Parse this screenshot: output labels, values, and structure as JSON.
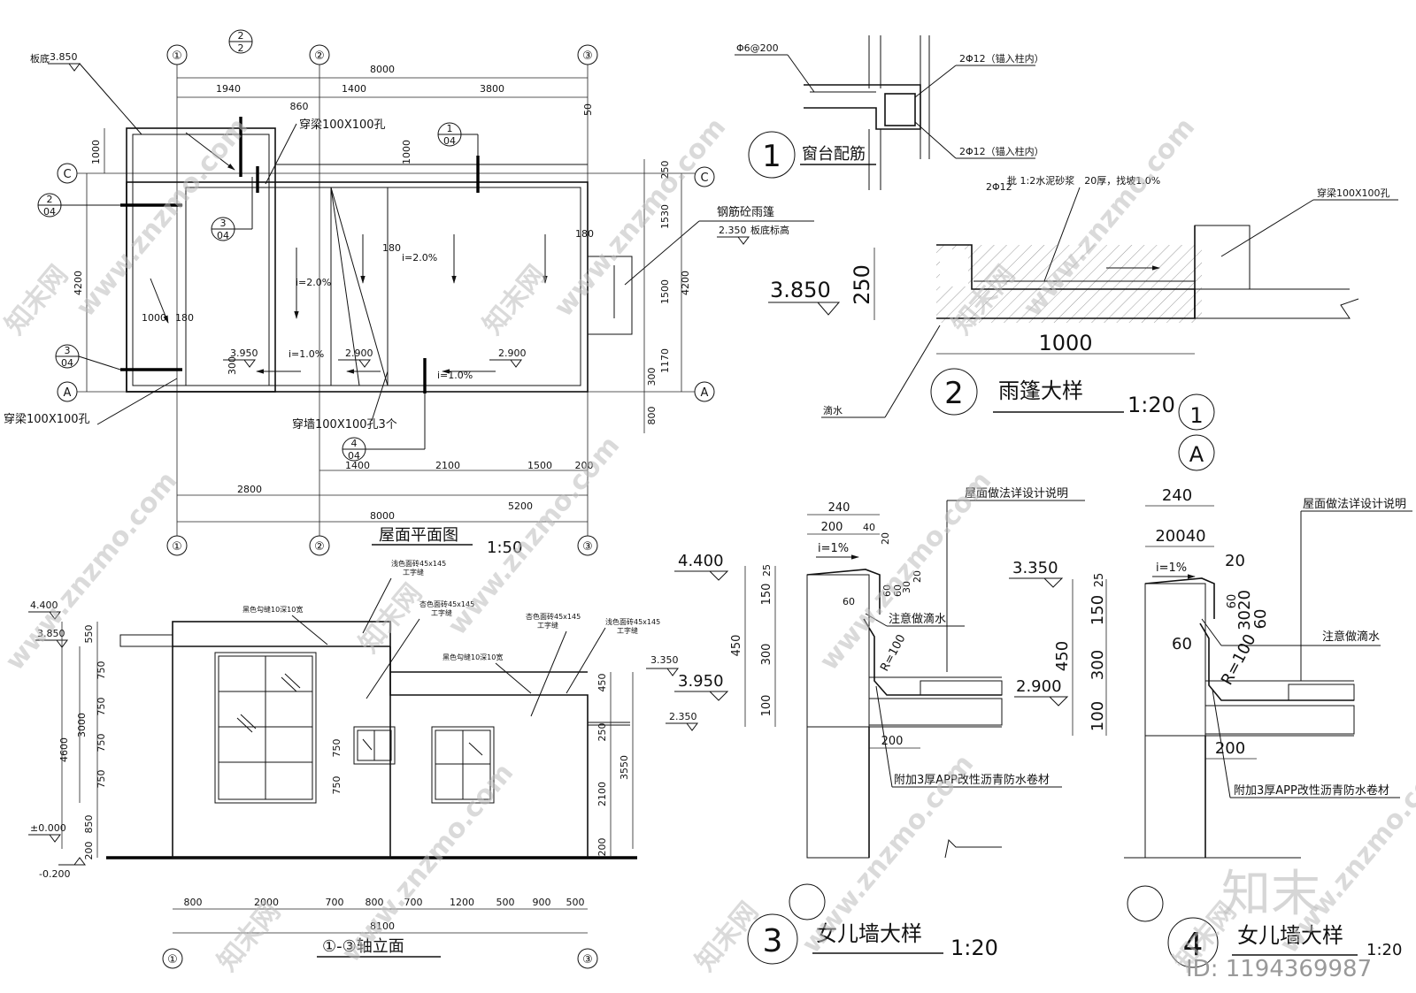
{
  "plan": {
    "title": "屋面平面图",
    "scale": "1:50",
    "axes": {
      "a1": "①",
      "a2": "②",
      "a3": "③",
      "c": "C",
      "a": "A"
    },
    "dims_top": {
      "total": "8000",
      "d1": "1940",
      "d2": "1400",
      "d3": "3800",
      "d4": "860",
      "d5": "50"
    },
    "dims_bottom": {
      "d1": "1400",
      "d2": "2100",
      "d3": "1500",
      "d4": "200",
      "d5": "2800",
      "d6": "5200",
      "total": "8000"
    },
    "dims_left": {
      "d1": "1000",
      "d2": "4200",
      "d3": "1000",
      "d4": "180"
    },
    "dims_right": {
      "d1": "250",
      "d2": "1530",
      "d3": "1500",
      "d4": "1170",
      "d5": "300",
      "d6": "800",
      "d7": "4200",
      "d8": "180",
      "d9": "180"
    },
    "labels": {
      "slab_bottom": "板底",
      "slab_elev": "3.850",
      "hole_beam_1": "穿梁100X100孔",
      "hole_beam_2": "穿梁100X100孔",
      "hole_wall": "穿墙100X100孔3个",
      "canopy": "钢筋砼雨篷",
      "canopy_elev": "2.350",
      "canopy_note": "板底标高",
      "slope_1": "i=2.0%",
      "slope_2": "i=2.0%",
      "slope_3": "i=1.0%",
      "slope_4": "i=1.0%",
      "elev_1": "3.950",
      "elev_2": "2.900",
      "elev_3": "2.900",
      "dim_300": "300",
      "dim_1000b": "1000"
    },
    "callouts": {
      "c1_top": "1",
      "c1_bot": "04",
      "c2_top": "2",
      "c2_bot": "04",
      "c3_top": "3",
      "c3_bot": "04",
      "c3b_top": "3",
      "c3b_bot": "04",
      "c4_top": "4",
      "c4_bot": "04",
      "c22_top": "2",
      "c22_bot": "2"
    }
  },
  "elevation": {
    "title": "①-③轴立面",
    "dims_bottom": [
      "800",
      "2000",
      "700",
      "800",
      "700",
      "1200",
      "500",
      "900",
      "500"
    ],
    "total": "8100",
    "levels": {
      "l1": "4.400",
      "l2": "3.850",
      "l3": "±0.000",
      "l4": "-0.200",
      "r1": "3.350",
      "r2": "3.950",
      "r3": "2.350"
    },
    "dims_left": {
      "d1": "550",
      "d2": "750",
      "d3": "750",
      "d4": "750",
      "d5": "750",
      "d6": "850",
      "d7": "200",
      "d8": "3000",
      "d9": "4600"
    },
    "dims_right": {
      "d1": "450",
      "d2": "250",
      "d3": "3550",
      "d4": "2100",
      "d5": "200"
    },
    "dims_window": {
      "d1": "750",
      "d2": "750"
    },
    "notes": {
      "n1": "浅色面砖45x145",
      "n1b": "工字缝",
      "n2": "黑色勾缝10深10宽",
      "n3": "杏色面砖45x145",
      "n3b": "工字缝",
      "n4": "杏色面砖45x145",
      "n4b": "工字缝",
      "n5": "浅色面砖45x145",
      "n5b": "工字缝",
      "n6": "黑色勾缝10深10宽"
    }
  },
  "sill": {
    "title": "窗台配筋",
    "number": "1",
    "rebar_1": "Φ6@200",
    "rebar_2": "2Φ12（锚入柱内）",
    "rebar_3": "2Φ12（锚入柱内）",
    "rebar_4": "2Φ12"
  },
  "canopy": {
    "title": "雨篷大样",
    "number": "2",
    "scale": "1:20",
    "note_top": "批 1:2水泥砂浆　20厚，找坡1.0%",
    "hole": "穿梁100X100孔",
    "elev": "3.850",
    "h": "250",
    "w": "1000",
    "drip": "滴水",
    "axis_1": "1",
    "axis_a": "A"
  },
  "parapet3": {
    "title": "女儿墙大样",
    "number": "3",
    "scale": "1:20",
    "w_total": "240",
    "w_1": "200",
    "w_2": "40",
    "w_3": "20",
    "slope": "i=1%",
    "elev_top": "4.400",
    "elev_roof": "3.950",
    "elev_low": "2.900",
    "h_25": "25",
    "h_150": "150",
    "h_450": "450",
    "h_300": "300",
    "h_100": "100",
    "d_60": "60",
    "d_60b": "60",
    "d_60c": "60",
    "d_30": "30",
    "d_20": "20",
    "radius": "R=100",
    "w_200": "200",
    "note_1": "屋面做法详设计说明",
    "note_2": "注意做滴水",
    "note_3": "附加3厚APP改性沥青防水卷材"
  },
  "parapet4": {
    "title": "女儿墙大样",
    "number": "4",
    "scale": "1:20",
    "w_total": "240",
    "w_12": "20040",
    "w_3": "20",
    "slope": "i=1%",
    "elev_top": "3.350",
    "h_25": "25",
    "h_150": "150",
    "h_450": "450",
    "h_300": "300",
    "h_100": "100",
    "d_60": "60",
    "d_60b": "60",
    "d_3020": "3020",
    "d_60c": "60",
    "radius": "R=100",
    "w_200": "200",
    "note_1": "屋面做法详设计说明",
    "note_2": "注意做滴水",
    "note_3": "附加3厚APP改性沥青防水卷材"
  },
  "watermark": {
    "site": "www.znzmo.com",
    "brand": "知末网",
    "logo": "知末",
    "id": "ID: 1194369987"
  }
}
